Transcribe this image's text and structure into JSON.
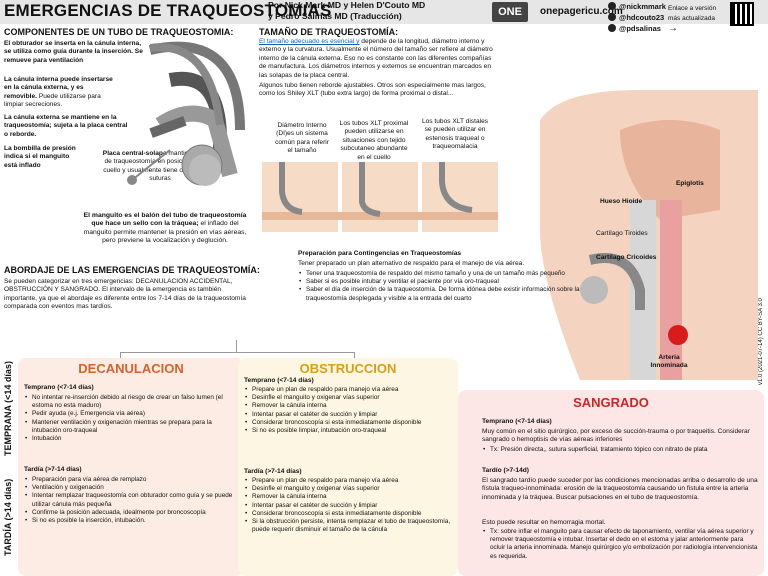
{
  "header": {
    "title": "EMERGENCIAS DE TRAQUEOSTOMIAS",
    "authors_line1": "Por  Nick Mark MD y Helen D'Couto MD",
    "authors_line2": "y Pedro Salinas MD (Traducción)",
    "logo": "ONE",
    "site": "onepagericu.com",
    "twitter": [
      "@nickmmark",
      "@hdcouto23",
      "@pdsalinas"
    ],
    "promo": "Enlace a versión más actualizada",
    "promo_arrow": "→",
    "license": "v1.0 (2021-07-14) CC BY-SA 3.0"
  },
  "components": {
    "title": "COMPONENTES DE UN TUBO DE TRAQUEOSTOMIA:",
    "obturator": "El obturador se inserta en la cánula interna, se utiliza como guía durante la inserción. Se remueve para ventilación",
    "inner_cannula_bold": "La cánula interna puede insertarse en la cánula externa, y es removible.",
    "inner_cannula_rest": "Puede utilizarse para limpiar secreciones.",
    "outer_cannula": "La cánula externa se mantiene en la traqueostomía; sujeta a la placa central o reborde.",
    "balloon": "La bombilla de presión indica si el manguito está inflado",
    "plate_bold": "Placa central-solapa",
    "plate_rest": "mantiene el tubo de traqueostomía en posición fijada al cuello y usualmente tiene orificios para suturas",
    "cuff_bold": "El manguito es el balón del tubo de traqueostomía que hace un sello con la tráquea;",
    "cuff_rest": "el inflado del manguito permite mantener la presión en vías aéreas, pero previene la vocalización y deglución."
  },
  "size": {
    "title": "TAMAÑO DE TRAQUEOSTOMÍA:",
    "link": "El tamaño adecuado es esencial y",
    "p1": "depende de la longitud, diámetro interno y externo y la curvatura. Usualmente el número del tamaño ser refiere al diámetro interno de la cánula externa. Eso no es constante con las diferentes compañías de manufactura. Los diámetros internos y externos se encuentran marcados en las solapas de la placa central.",
    "p2": "Algunos tubo tienen reborde ajustables. Otros son especialmente mas largos, como los Shiley XLT (tubo extra largo) de forma proximal o distal...",
    "d1": "Diámetro Interno (DI)es un sistema común para referir el tamaño",
    "d2": "Los tubos XLT proximal pueden utilizarse en situaciones con tejido subcutaneo abundante en el cuello",
    "d3": "Los tubos XLT distales se pueden utilizar en estenosis traqueal o traqueomalacia"
  },
  "anatomy": {
    "epiglotis": "Epiglotis",
    "hioides": "Hueso Hioide",
    "tiroides": "Cartílago Tiroides",
    "cricoides": "Cartílago Cricoides",
    "arteria": "Arteria Innominada"
  },
  "approach": {
    "title": "ABORDAJE DE LAS  EMERGENCIAS DE TRAQUEOSTOMÍA:",
    "text": "Se pueden categorizar en tres emergencias:  DECANULACION ACCIDENTAL, OBSTRUCCIÓN Y SANGRADO. El intervalo de la emergencia es también importante, ya que el abordaje es diferente entre los 7-14 días de la traqueostomía comparada con eventos mas tardíos."
  },
  "contingency": {
    "title": "Preparación para Contingencias en Traqueostomías",
    "intro": "Tener preparado un plan alternativo de respaldo para el manejo de vía aérea.",
    "items": [
      "Tener una traqueostomía de respaldo del mismo tamaño y una de un tamaño más pequeño",
      "Saber si es posible intubar y ventilar el paciente por vía oro-traqueal",
      "Saber el día de inserción de la traqueostomía. De forma idónea debe existir información sobre la traqueostomía desplegada y visible a la entrada del cuarto"
    ]
  },
  "side_labels": {
    "temprana": "TEMPRANA (<14 días)",
    "tardia": "TARDÍA (>14 días)"
  },
  "decanulacion": {
    "title": "DECANULACION",
    "early_title": "Temprano (<7-14 días)",
    "early": [
      "No intentar re-inserción debido al riesgo de crear un falso lumen (el estoma no esta maduro)",
      "Pedir ayuda (e.j. Emergencia vía aérea)",
      "Mantener ventilación y oxigenación mientras se prepara para la intubación oro-traqueal",
      "Intubación"
    ],
    "late_title": "Tardía (>7-14 días)",
    "late": [
      "Preparación para vía aérea de remplazo",
      "Ventilación y oxigenación",
      "Intentar remplazar traqueostomía con obturador como guía y se puede utilizar cánula más pequeña",
      "Confirme la posición adecuada, idealmente por broncoscopía",
      "Si no es posible la inserción, intubación."
    ]
  },
  "obstruccion": {
    "title": "OBSTRUCCION",
    "early_title": "Temprano (<7-14 días)",
    "early": [
      "Prepare un plan de respaldo para manejo vía aérea",
      "Desinfle el manguito y oxigenar vías superior",
      "Remover la cánula interna",
      "Intentar pasar el catéter de succión y  limpiar",
      "Considerar broncoscopía si esta inmediatamente disponible",
      "Si no es posible limpiar, intubación oro-traqueal"
    ],
    "late_title": "Tardía (>7-14 días)",
    "late": [
      "Prepare un plan de respaldo para manejo vía aérea",
      "Desinfle el manguito y oxigenar vías superior",
      "Remover la cánula interna",
      "Intentar pasar el catéter de succión y  limpiar",
      "Considerar broncoscopía si esta inmediatamente disponible",
      "Si la obstrucción persiste, intenta remplazar el tubo de traqueostomía,  puede requerir disminuir el tamaño de la cánula"
    ]
  },
  "sangrado": {
    "title": "SANGRADO",
    "early_title": "Temprano (<7-14 días)",
    "early_p": "Muy común en el sitio quirúrgico, por exceso de succión-trauma o por traqueitis. Considerar sangrado o hemoptisis de vías aéreas inferiores",
    "early_items": [
      "Tx: Presión directa,, sutura superficial, tratamiento tópico con nitrato de plata"
    ],
    "late_title": "Tardío (>7-14d)",
    "late_p1": "El sangrado tardío puede suceder por las condiciones mencionadas arriba o desarrollo de una fístula traqueo-innominada: erosión de la traqueostomía causando un fistula entre la arteria innominada y la tráquea. Buscar pulsaciones en el tubo de traqueostomía.",
    "late_p2": "Esto puede resultar en hemorragia  mortal.",
    "late_items": [
      "Tx: sobre inflar el manguito para causar efecto de taponamiento,  ventilar vía aérea superior y remover traqueostomía e intubar. Insertar el dedo en el estoma y jalar anteriormente para ocluir la arteria innominada. Manejo quirúrgico y/o embolización por radiología intervencionista es requerida."
    ]
  }
}
